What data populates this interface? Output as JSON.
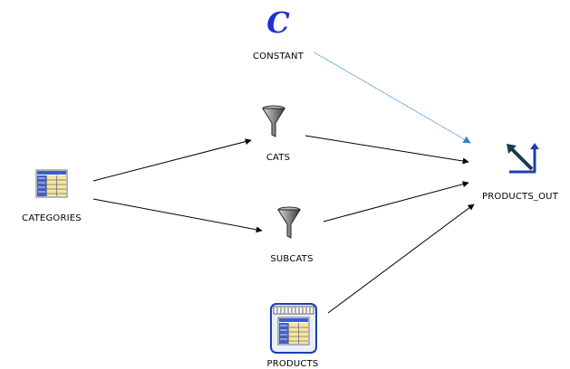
{
  "diagram": {
    "nodes": {
      "constant": {
        "label": "CONSTANT",
        "glyph": "C",
        "icon": "constant-icon"
      },
      "categories": {
        "label": "CATEGORIES",
        "icon": "table-icon"
      },
      "cats": {
        "label": "CATS",
        "icon": "filter-funnel-icon"
      },
      "subcats": {
        "label": "SUBCATS",
        "icon": "filter-funnel-icon"
      },
      "products": {
        "label": "PRODUCTS",
        "icon": "view-table-icon"
      },
      "products_out": {
        "label": "PRODUCTS_OUT",
        "icon": "output-target-icon"
      }
    },
    "edges": [
      {
        "from": "categories",
        "to": "cats",
        "color": "#000000"
      },
      {
        "from": "categories",
        "to": "subcats",
        "color": "#000000"
      },
      {
        "from": "cats",
        "to": "products_out",
        "color": "#000000"
      },
      {
        "from": "subcats",
        "to": "products_out",
        "color": "#000000"
      },
      {
        "from": "products",
        "to": "products_out",
        "color": "#000000"
      },
      {
        "from": "constant",
        "to": "products_out",
        "color": "#2f86d0"
      }
    ],
    "colors": {
      "constant_glyph": "#1f2fd6",
      "edge_default": "#000000",
      "edge_highlight": "#2f86d0",
      "table_blue": "#3b5bd6",
      "table_yellow": "#f5e6a0",
      "funnel_gray": "#8a8a8a",
      "output_blue": "#1a3fb0",
      "output_dark": "#1d3a4a"
    }
  }
}
